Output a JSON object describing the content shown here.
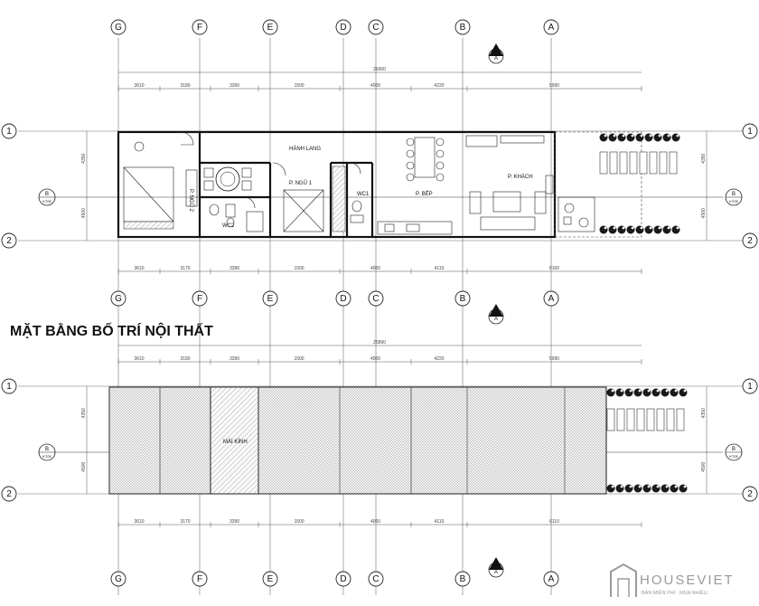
{
  "plan_title": "MẶT BẰNG BỐ TRÍ NỘI THẤT",
  "column_axes": [
    "G",
    "F",
    "E",
    "D",
    "C",
    "B",
    "A"
  ],
  "row_axes": [
    "1",
    "2"
  ],
  "plan1": {
    "overall_dimension": "26000",
    "top_dimensions": [
      "3610",
      "3180",
      "3390",
      "1500",
      "4000",
      "4220",
      "5990"
    ],
    "bottom_dimensions": [
      "3610",
      "3170",
      "3390",
      "1500",
      "4000",
      "4110",
      "6100"
    ],
    "side_dimensions": [
      "4350",
      "4500"
    ],
    "rooms": {
      "hallway": "HÀNH LANG",
      "bedroom1": "P. NGỦ 1",
      "bedroom2": "P. NGỦ 2",
      "wc1": "WC1",
      "wc2": "WC2",
      "kitchen": "P. BẾP",
      "living": "P. KHÁCH"
    }
  },
  "plan2": {
    "overall_dimension": "25890",
    "top_dimensions": [
      "3610",
      "3180",
      "3390",
      "1500",
      "4000",
      "4220",
      "5990"
    ],
    "bottom_dimensions": [
      "3610",
      "3170",
      "3390",
      "1500",
      "4000",
      "4110",
      "6110"
    ],
    "side_dimensions": [
      "4350",
      "4500"
    ],
    "skylight_label": "MÁI KÍNH"
  },
  "section_marker": {
    "label": "B",
    "sheet": "KT05"
  },
  "north_arrow_label": "A",
  "logo": {
    "name": "HOUSEVIET",
    "tagline": "BẢN MIỄN PHÍ · MUA NHIỀU"
  }
}
